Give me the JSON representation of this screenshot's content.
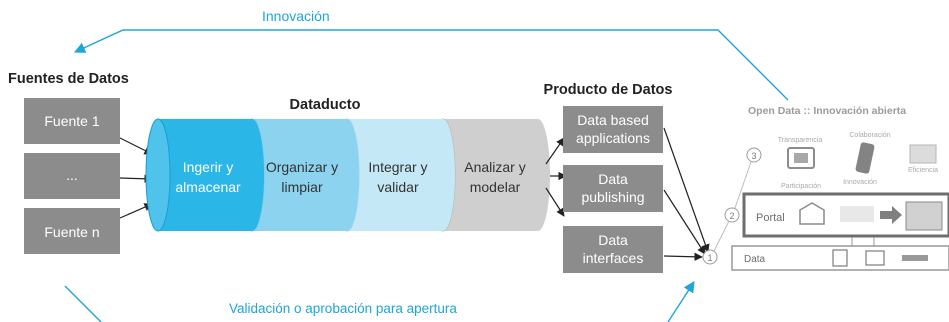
{
  "top_loop": {
    "label": "Innovación"
  },
  "bottom_loop": {
    "label": "Validación o aprobación para apertura"
  },
  "sources": {
    "title": "Fuentes de Datos",
    "items": [
      "Fuente 1",
      "...",
      "Fuente n"
    ]
  },
  "pipeline": {
    "title": "Dataducto",
    "stages": [
      {
        "line1": "Ingerir y",
        "line2": "almacenar"
      },
      {
        "line1": "Organizar y",
        "line2": "limpiar"
      },
      {
        "line1": "Integrar y",
        "line2": "validar"
      },
      {
        "line1": "Analizar y",
        "line2": "modelar"
      }
    ]
  },
  "products": {
    "title": "Producto de Datos",
    "items": [
      {
        "line1": "Data based",
        "line2": "applications"
      },
      {
        "line1": "Data",
        "line2": "publishing"
      },
      {
        "line1": "Data",
        "line2": "interfaces"
      }
    ]
  },
  "open_data": {
    "title": "Open Data :: Innovación abierta",
    "labels": [
      "Transparencia",
      "Colaboración",
      "Participación",
      "Innovación",
      "Eficiencia"
    ],
    "layers": [
      "Portal",
      "Data"
    ],
    "steps": [
      "1",
      "2",
      "3"
    ]
  },
  "colors": {
    "accent": "#1ea6d6",
    "source_box": "#8c8c8c",
    "stage1": "#2ab6e6",
    "stage2": "#8cd3ef",
    "stage3": "#c4e8f6",
    "stage4": "#cfcfcf"
  }
}
